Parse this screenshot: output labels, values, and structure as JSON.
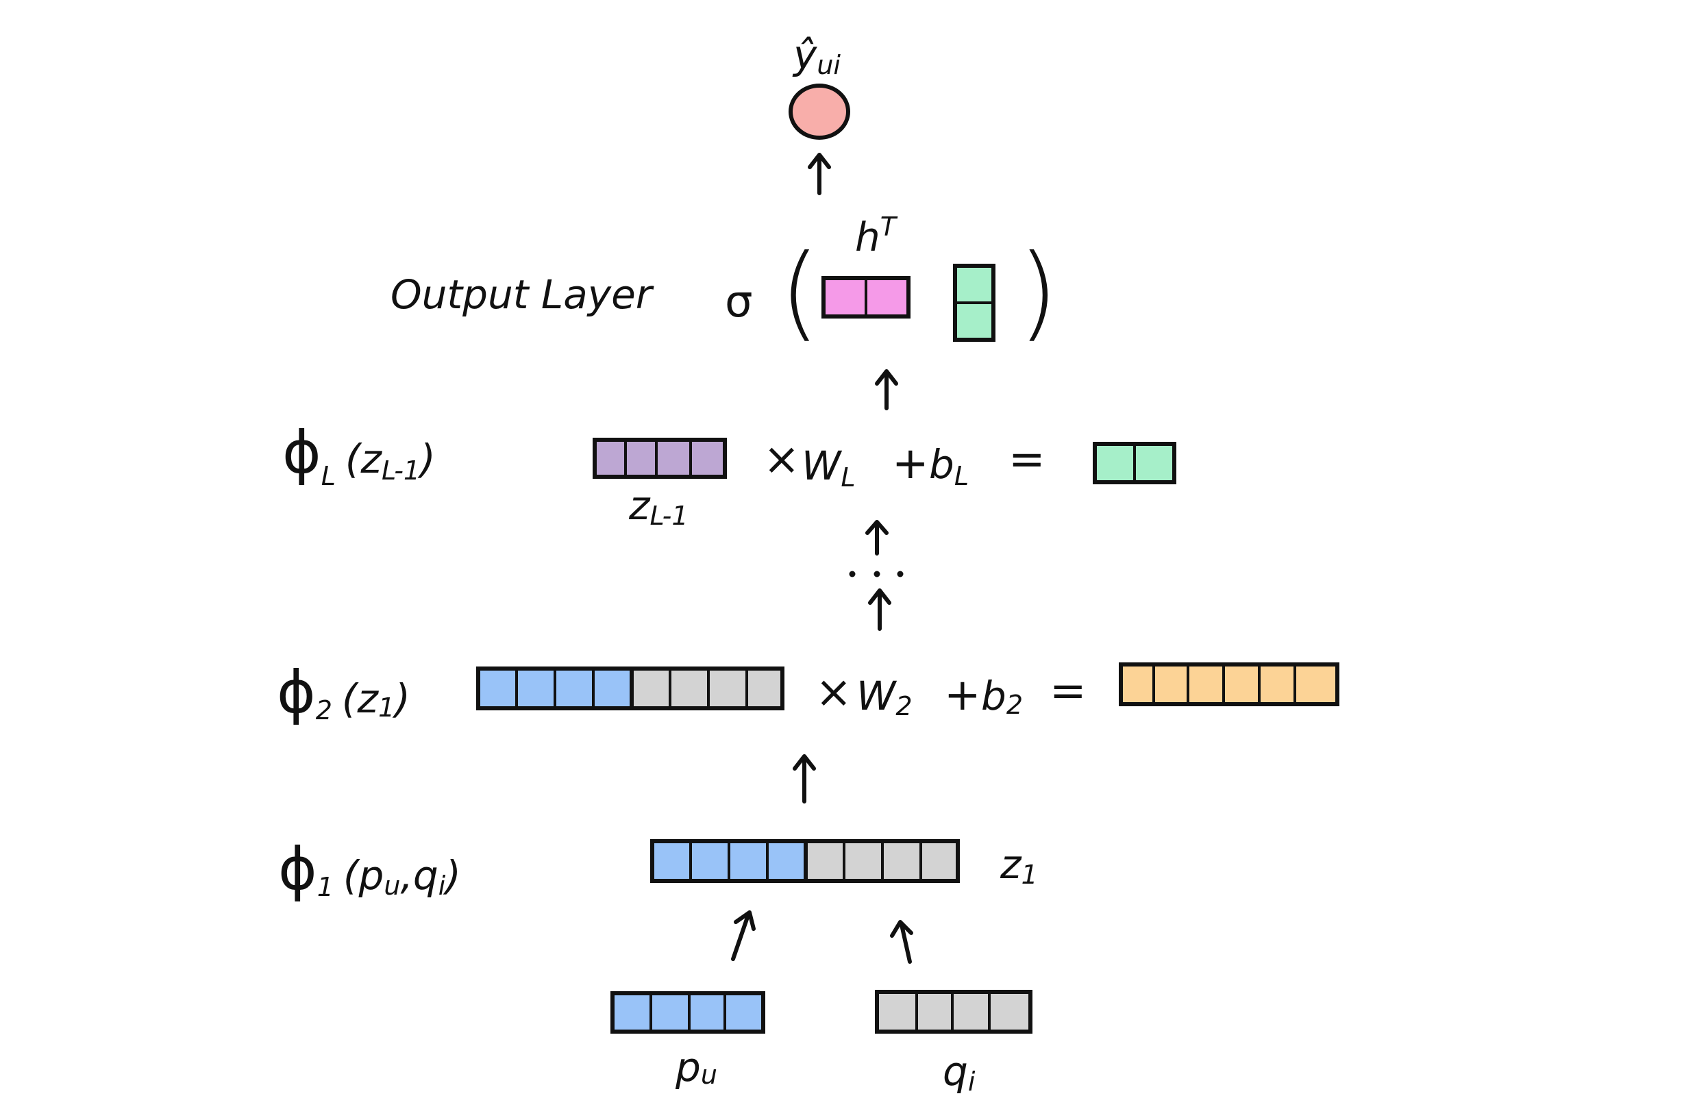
{
  "colors": {
    "blue": "#99c3f8",
    "gray": "#d3d3d3",
    "orange": "#fcd396",
    "purple": "#bda7d3",
    "green": "#a6efc9",
    "pink": "#f59ae8",
    "red": "#f8aeaa",
    "stroke": "#111111"
  },
  "output": {
    "node_label": "ŷ",
    "node_sub": "ui",
    "layer_title": "Output Layer",
    "sigma": "σ",
    "open_paren": "(",
    "close_paren": ")",
    "h_label": "h",
    "h_sup": "T"
  },
  "rows": {
    "L": {
      "phi": "ϕ",
      "phi_sub": "L",
      "arg_open": "(z",
      "arg_sub": "L-1",
      "arg_close": ")",
      "vec_label": "z",
      "vec_label_sub": "L-1",
      "times": "×",
      "w": "W",
      "w_sub": "L",
      "plus": "+",
      "b": "b",
      "b_sub": "L",
      "equals": "="
    },
    "two": {
      "phi": "ϕ",
      "phi_sub": "2",
      "arg_open": "(z",
      "arg_sub": "1",
      "arg_close": ")",
      "times": "×",
      "w": "W",
      "w_sub": "2",
      "plus": "+",
      "b": "b",
      "b_sub": "2",
      "equals": "="
    },
    "one": {
      "phi": "ϕ",
      "phi_sub": "1",
      "arg": "(p",
      "arg_sub1": "u",
      "arg_mid": ",q",
      "arg_sub2": "i",
      "arg_close": ")",
      "vec_label": "z",
      "vec_label_sub": "1"
    },
    "inputs": {
      "p_label": "p",
      "p_sub": "u",
      "q_label": "q",
      "q_sub": "i"
    }
  }
}
